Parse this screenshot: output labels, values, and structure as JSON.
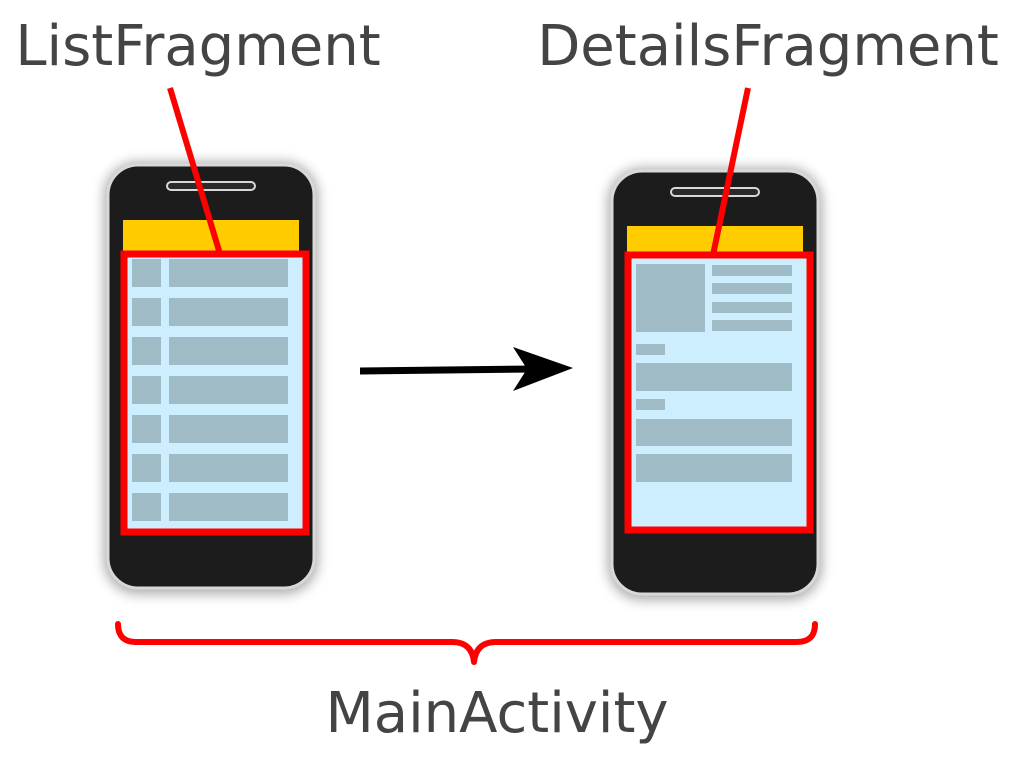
{
  "labels": {
    "list_fragment": "ListFragment",
    "details_fragment": "DetailsFragment",
    "main_activity": "MainActivity"
  },
  "colors": {
    "highlight": "#ff0000",
    "phone_body": "#1c1c1c",
    "action_bar": "#ffcc00",
    "screen": "#cceeff",
    "placeholder": "#9fbcc6",
    "text": "#444444",
    "arrow": "#000000"
  },
  "list_fragment": {
    "item_count": 7
  },
  "icons": [
    "phone-icon",
    "right-arrow-icon",
    "brace-icon"
  ]
}
